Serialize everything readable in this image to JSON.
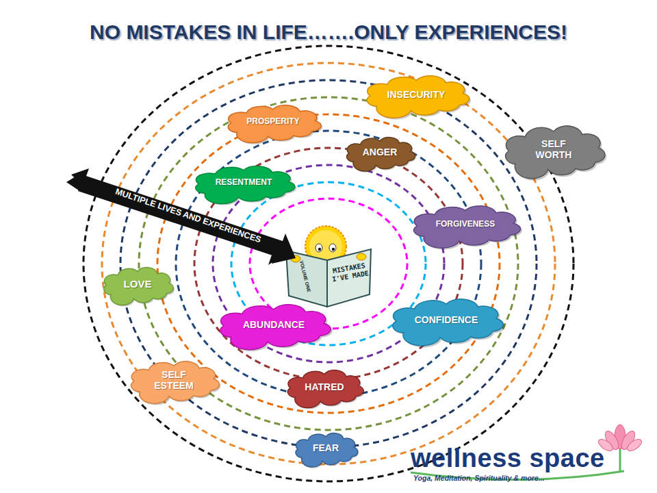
{
  "diagram": {
    "title": "NO MISTAKES IN LIFE…….ONLY EXPERIENCES!",
    "nodes": [
      {
        "text": [
          "INSECURITY"
        ]
      },
      {
        "text": [
          "PROSPERITY"
        ]
      },
      {
        "text": [
          "SELF WORTH"
        ]
      },
      {
        "text": [
          "ANGER"
        ]
      },
      {
        "text": [
          "RESENTMENT"
        ]
      },
      {
        "text": [
          "FORGIVENESS"
        ]
      },
      {
        "text": [
          "LOVE"
        ]
      },
      {
        "text": [
          "CONFIDENCE"
        ]
      },
      {
        "text": [
          "ABUNDANCE"
        ]
      },
      {
        "text": [
          "SELF ESTEEM"
        ]
      },
      {
        "text": [
          "HATRED"
        ]
      },
      {
        "text": [
          "FEAR"
        ]
      }
    ],
    "labels": [
      "MULTIPLE LIVES AND EXPERIENCES",
      "MISTAKES I'VE MADE",
      "VOLUME ONE",
      "wellness space",
      "Yoga, Meditation, Spirituality & more..."
    ]
  }
}
